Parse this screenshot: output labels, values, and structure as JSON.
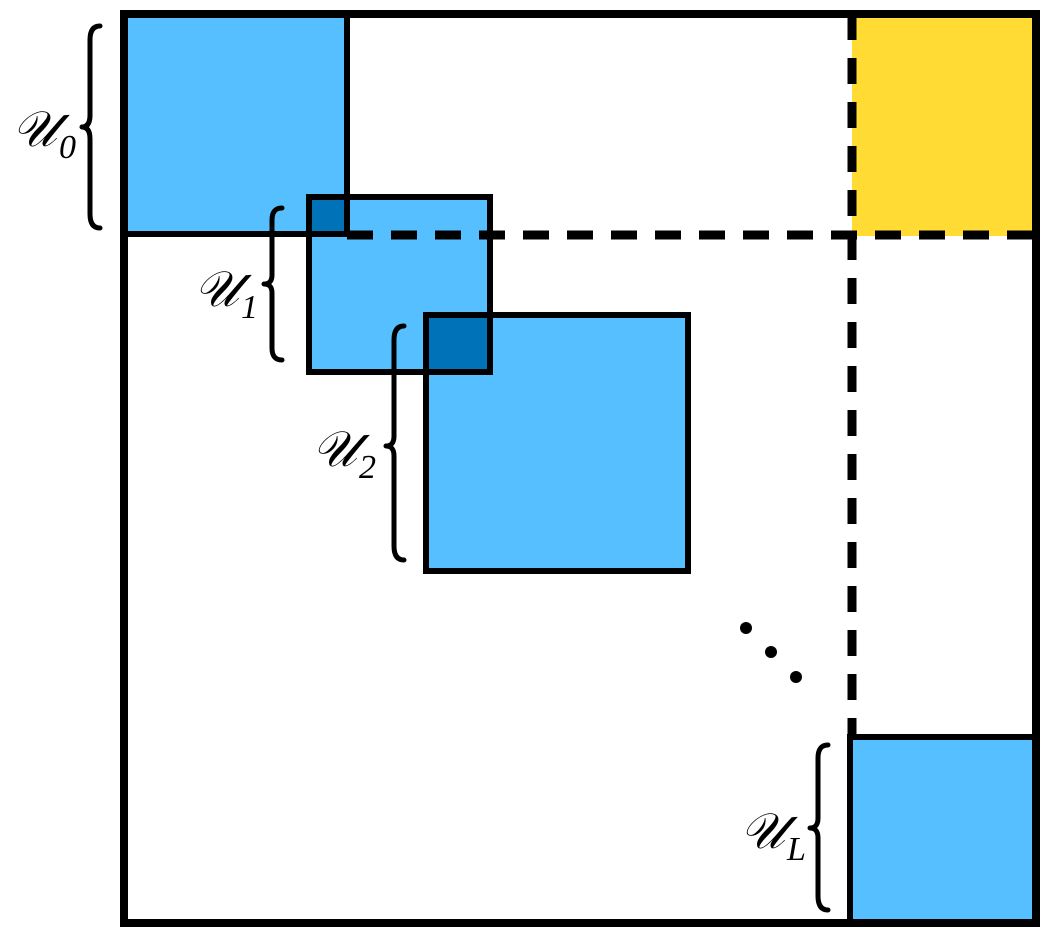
{
  "colors": {
    "block_fill": "#55BFFF",
    "overlap_fill": "#0073B8",
    "highlight_fill": "#FFDB33",
    "border": "#000000",
    "background": "#FFFFFF"
  },
  "labels": [
    {
      "main": "𝒰",
      "sub": "0"
    },
    {
      "main": "𝒰",
      "sub": "1"
    },
    {
      "main": "𝒰",
      "sub": "2"
    },
    {
      "main": "𝒰",
      "sub": "L"
    }
  ],
  "ellipsis": "diagonal-dots"
}
